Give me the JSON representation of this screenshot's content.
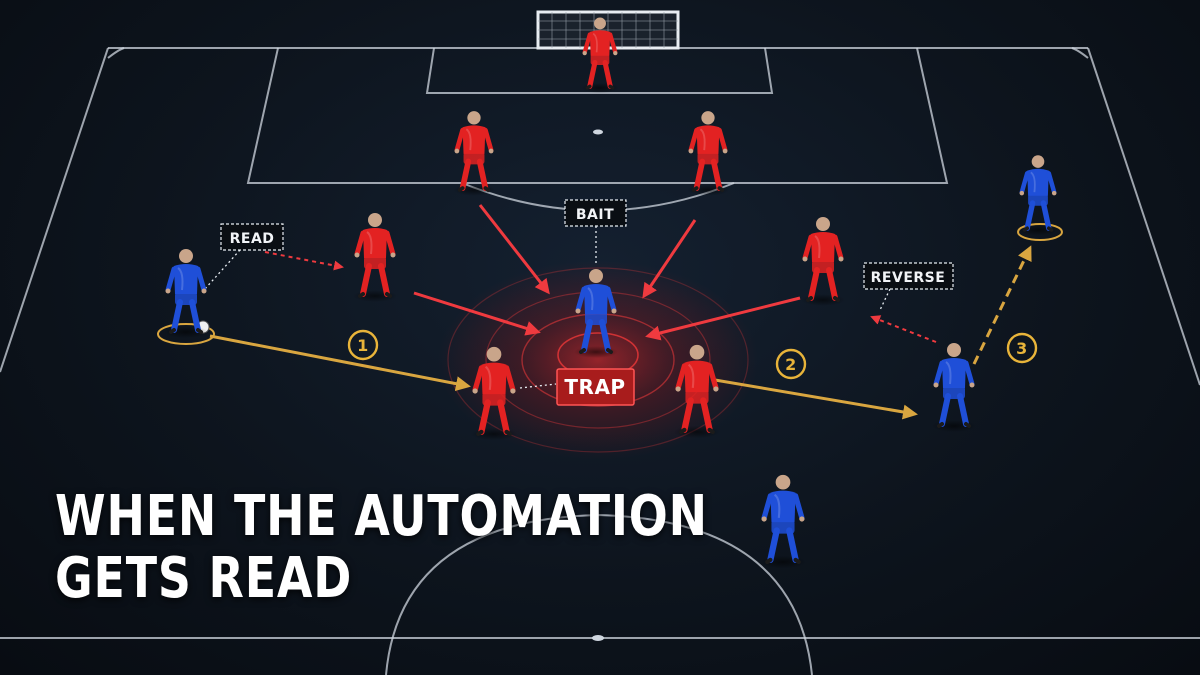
{
  "headline": {
    "line1": "WHEN THE AUTOMATION",
    "line2": "GETS READ"
  },
  "labels": {
    "read": "READ",
    "bait": "BAIT",
    "reverse": "REVERSE",
    "trap": "TRAP"
  },
  "steps": {
    "step1": "1",
    "step2": "2",
    "step3": "3"
  },
  "teams": {
    "attacking": {
      "name": "",
      "color": "#1f4fd8"
    },
    "defending": {
      "name": "",
      "color": "#e32222"
    }
  },
  "colors": {
    "pass_arrow": "#d9a640",
    "pressure_arrow": "#e8323a",
    "trap_fill": "#a81c1c",
    "pitch_lines": "#cfd6df",
    "background": "#0d141d"
  }
}
